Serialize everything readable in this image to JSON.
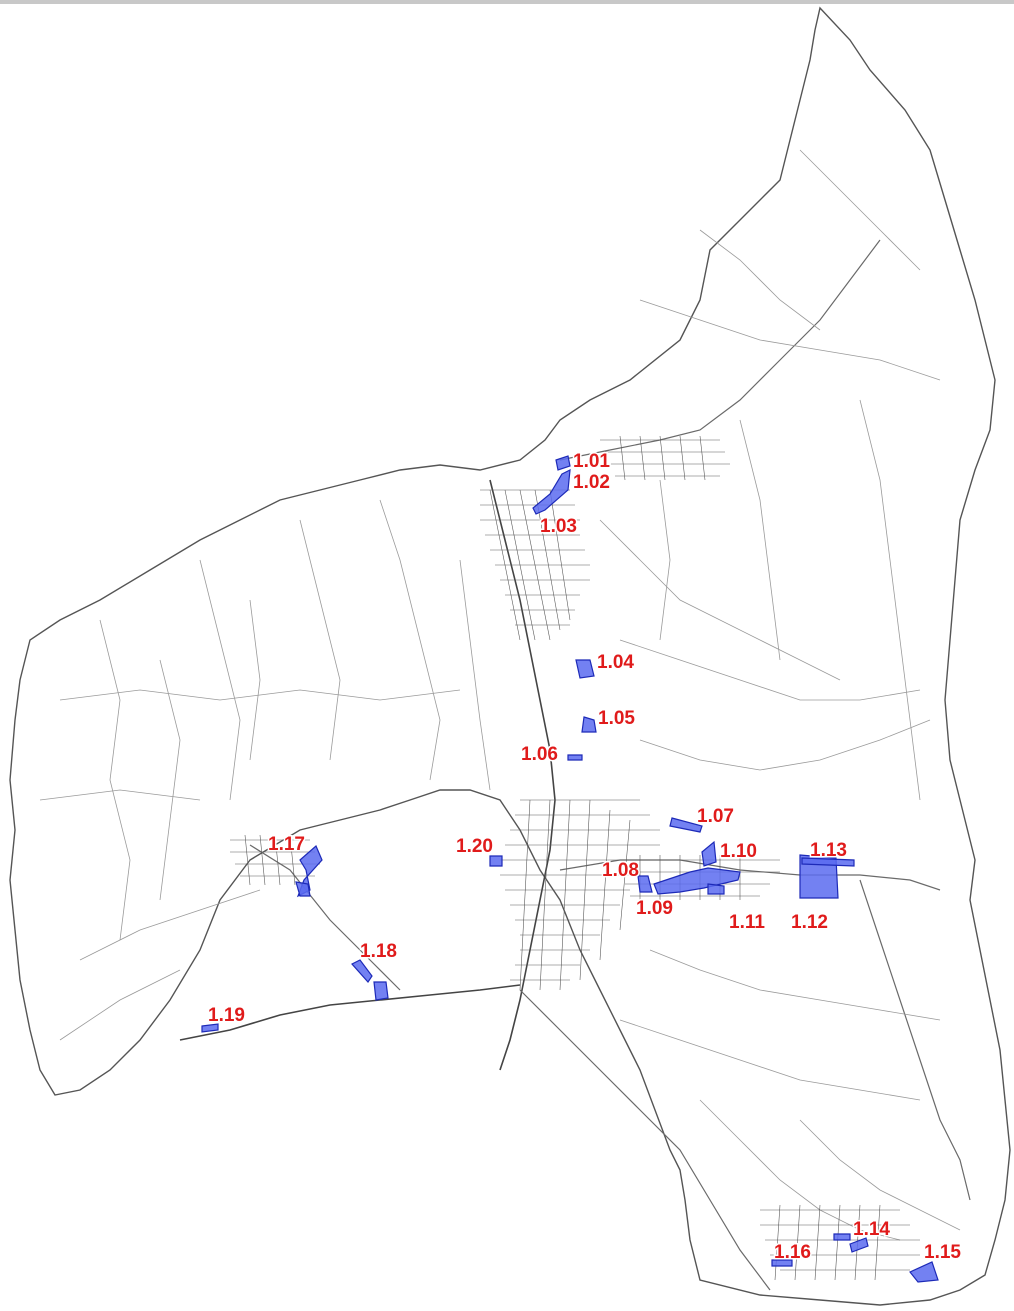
{
  "zones": [
    {
      "id": "1.01",
      "label": "1.01"
    },
    {
      "id": "1.02",
      "label": "1.02"
    },
    {
      "id": "1.03",
      "label": "1.03"
    },
    {
      "id": "1.04",
      "label": "1.04"
    },
    {
      "id": "1.05",
      "label": "1.05"
    },
    {
      "id": "1.06",
      "label": "1.06"
    },
    {
      "id": "1.07",
      "label": "1.07"
    },
    {
      "id": "1.08",
      "label": "1.08"
    },
    {
      "id": "1.09",
      "label": "1.09"
    },
    {
      "id": "1.10",
      "label": "1.10"
    },
    {
      "id": "1.11",
      "label": "1.11"
    },
    {
      "id": "1.12",
      "label": "1.12"
    },
    {
      "id": "1.13",
      "label": "1.13"
    },
    {
      "id": "1.14",
      "label": "1.14"
    },
    {
      "id": "1.15",
      "label": "1.15"
    },
    {
      "id": "1.16",
      "label": "1.16"
    },
    {
      "id": "1.17",
      "label": "1.17"
    },
    {
      "id": "1.18",
      "label": "1.18"
    },
    {
      "id": "1.19",
      "label": "1.19"
    },
    {
      "id": "1.20",
      "label": "1.20"
    }
  ],
  "colors": {
    "zone_fill": "#5a6bf0",
    "zone_stroke": "#1d2ab8",
    "label": "#e01b1b",
    "lines": "#555555"
  }
}
